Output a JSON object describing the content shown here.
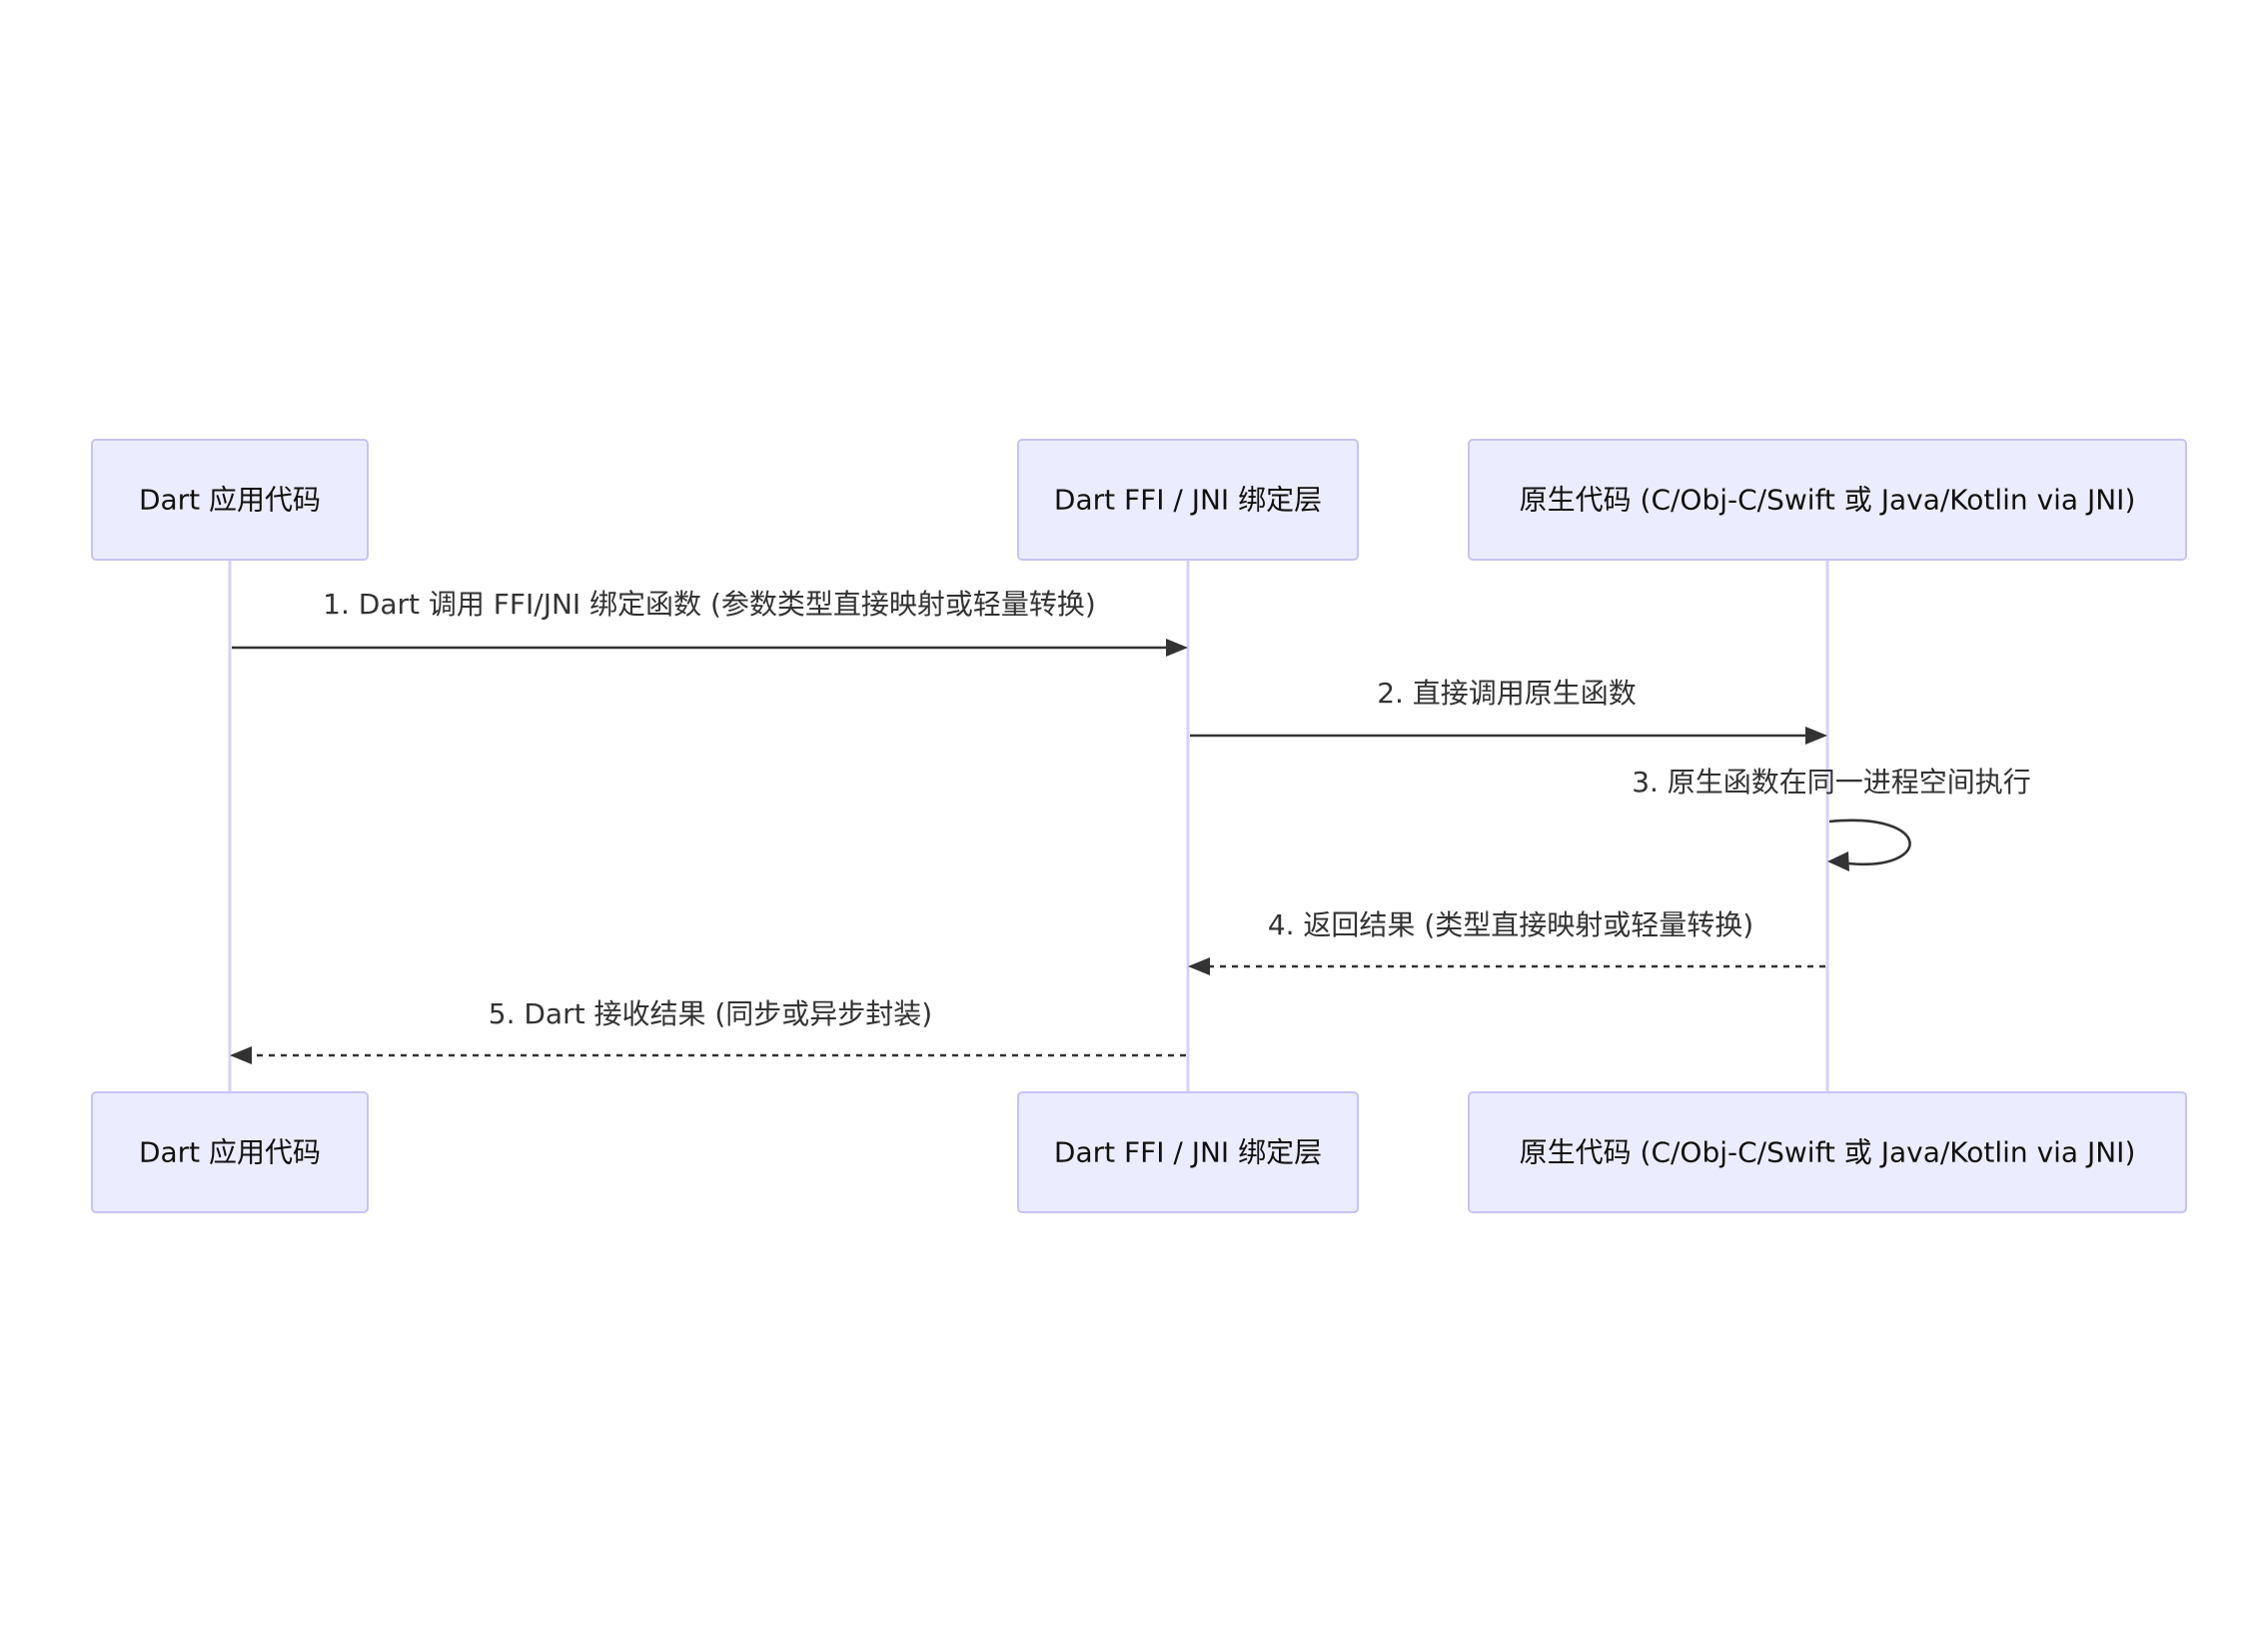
{
  "participants": {
    "dart_app": "Dart 应用代码",
    "ffi_layer": "Dart FFI / JNI 绑定层",
    "native_code": "原生代码 (C/Obj-C/Swift 或 Java/Kotlin via JNI)"
  },
  "messages": [
    {
      "label": "1. Dart 调用 FFI/JNI 绑定函数 (参数类型直接映射或轻量转换)",
      "from": "dart_app",
      "to": "ffi_layer",
      "style": "solid"
    },
    {
      "label": "2. 直接调用原生函数",
      "from": "ffi_layer",
      "to": "native_code",
      "style": "solid"
    },
    {
      "label": "3. 原生函数在同一进程空间执行",
      "from": "native_code",
      "to": "native_code",
      "style": "solid"
    },
    {
      "label": "4. 返回结果 (类型直接映射或轻量转换)",
      "from": "native_code",
      "to": "ffi_layer",
      "style": "dashed"
    },
    {
      "label": "5. Dart 接收结果 (同步或异步封装)",
      "from": "ffi_layer",
      "to": "dart_app",
      "style": "dashed"
    }
  ],
  "colors": {
    "actor_fill": "#ececff",
    "actor_border": "#c7c4f2",
    "lifeline": "#d6d2f5",
    "arrow": "#333333",
    "text": "#333333"
  }
}
